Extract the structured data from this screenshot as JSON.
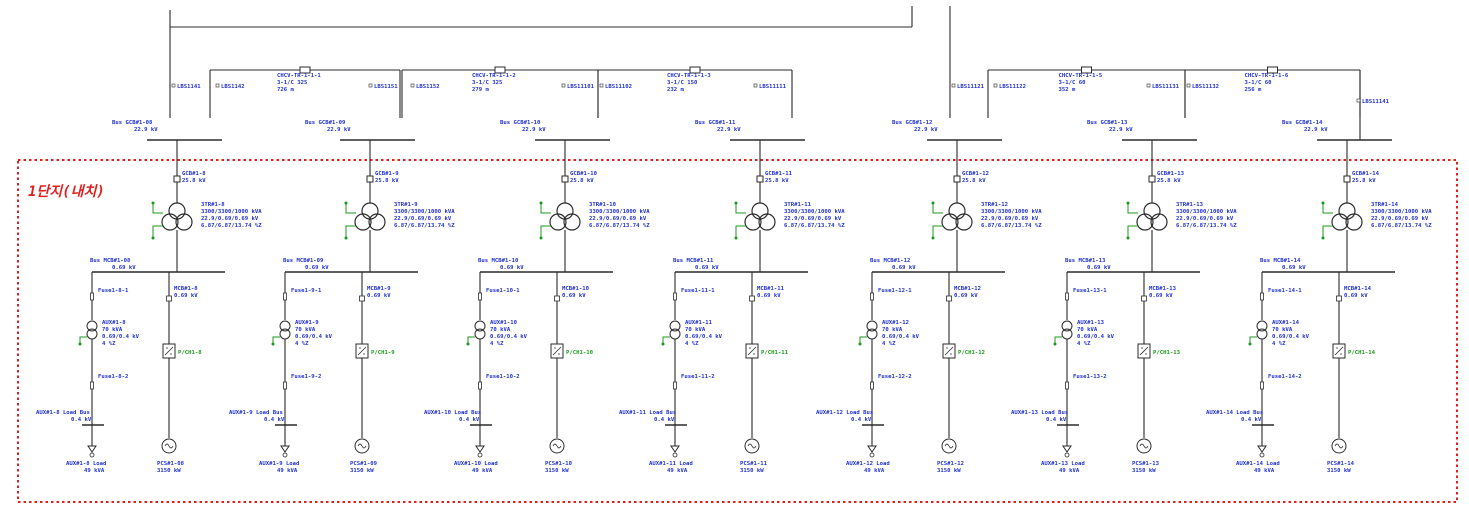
{
  "diagram": {
    "region_title": "1단지(내치)",
    "colors": {
      "label": "#1f2fd0",
      "wire": "#2b2b2b",
      "region_border": "#e0201f",
      "region_title": "#e0201f",
      "ground": "#1a9a1a"
    },
    "cables": [
      {
        "id": "CHCV-TR-1-1-1",
        "spec": "3-1/C 325",
        "length": "726 m"
      },
      {
        "id": "CHCV-TR-1-1-2",
        "spec": "3-1/C 325",
        "length": "279 m"
      },
      {
        "id": "CHCV-TR-1-1-3",
        "spec": "3-1/C 150",
        "length": "232 m"
      },
      {
        "id": "CHCV-TR-1-1-5",
        "spec": "3-1/C 60",
        "length": "352 m"
      },
      {
        "id": "CHCV-TR-1-1-6",
        "spec": "3-1/C 60",
        "length": "256 m"
      }
    ],
    "top_switches": [
      "LBS1141",
      "LBS1142",
      "LBS1151",
      "LBS1152",
      "LBS11101",
      "LBS11102",
      "LBS11111",
      "LBS11121",
      "LBS11122",
      "LBS11131",
      "LBS11132",
      "LBS11141"
    ],
    "units": [
      {
        "n": 8,
        "mv_bus": "Bus GCB#1-08",
        "mv_kv": "22.9 kV",
        "gcb": "GCB#1-8",
        "gcb_kv": "25.8 kV",
        "tr": "3TR#1-8",
        "mva": "3300/3300/1000 kVA",
        "ratio": "22.9/0.69/0.69 kV",
        "imp": "6.87/6.87/13.74 %Z",
        "lv_bus": "Bus MCB#1-08",
        "lv_kv": "0.69 kV",
        "fuse1": "Fuse1-8-1",
        "mcb": "MCB#1-8",
        "mcb_kv": "0.69 kV",
        "aux": "AUX#1-8",
        "aux_kva": "70 kVA",
        "aux_ratio": "0.69/0.4 kV",
        "aux_z": "4 %Z",
        "pcs": "P/CH1-8",
        "fuse2": "Fuse1-8-2",
        "load_bus": "AUX#1-8 Load Bus",
        "load_kv": "0.4 kV",
        "load": "AUX#1-8 Load",
        "load_kva": "49 kVA",
        "gen": "PCS#1-08",
        "gen_kw": "3150 kW"
      },
      {
        "n": 9,
        "mv_bus": "Bus GCB#1-09",
        "mv_kv": "22.9 kV",
        "gcb": "GCB#1-9",
        "gcb_kv": "25.8 kV",
        "tr": "3TR#1-9",
        "mva": "3300/3300/1000 kVA",
        "ratio": "22.9/0.69/0.69 kV",
        "imp": "6.87/6.87/13.74 %Z",
        "lv_bus": "Bus MCB#1-09",
        "lv_kv": "0.69 kV",
        "fuse1": "Fuse1-9-1",
        "mcb": "MCB#1-9",
        "mcb_kv": "0.69 kV",
        "aux": "AUX#1-9",
        "aux_kva": "70 kVA",
        "aux_ratio": "0.69/0.4 kV",
        "aux_z": "4 %Z",
        "pcs": "P/CH1-9",
        "fuse2": "Fuse1-9-2",
        "load_bus": "AUX#1-9 Load Bus",
        "load_kv": "0.4 kV",
        "load": "AUX#1-9 Load",
        "load_kva": "49 kVA",
        "gen": "PCS#1-09",
        "gen_kw": "3150 kW"
      },
      {
        "n": 10,
        "mv_bus": "Bus GCB#1-10",
        "mv_kv": "22.9 kV",
        "gcb": "GCB#1-10",
        "gcb_kv": "25.8 kV",
        "tr": "3TR#1-10",
        "mva": "3300/3300/1000 kVA",
        "ratio": "22.9/0.69/0.69 kV",
        "imp": "6.87/6.87/13.74 %Z",
        "lv_bus": "Bus MCB#1-10",
        "lv_kv": "0.69 kV",
        "fuse1": "Fuse1-10-1",
        "mcb": "MCB#1-10",
        "mcb_kv": "0.69 kV",
        "aux": "AUX#1-10",
        "aux_kva": "70 kVA",
        "aux_ratio": "0.69/0.4 kV",
        "aux_z": "4 %Z",
        "pcs": "P/CH1-10",
        "fuse2": "Fuse1-10-2",
        "load_bus": "AUX#1-10 Load Bus",
        "load_kv": "0.4 kV",
        "load": "AUX#1-10 Load",
        "load_kva": "49 kVA",
        "gen": "PCS#1-10",
        "gen_kw": "3150 kW"
      },
      {
        "n": 11,
        "mv_bus": "Bus GCB#1-11",
        "mv_kv": "22.9 kV",
        "gcb": "GCB#1-11",
        "gcb_kv": "25.8 kV",
        "tr": "3TR#1-11",
        "mva": "3300/3300/1000 kVA",
        "ratio": "22.9/0.69/0.69 kV",
        "imp": "6.87/6.87/13.74 %Z",
        "lv_bus": "Bus MCB#1-11",
        "lv_kv": "0.69 kV",
        "fuse1": "Fuse1-11-1",
        "mcb": "MCB#1-11",
        "mcb_kv": "0.69 kV",
        "aux": "AUX#1-11",
        "aux_kva": "70 kVA",
        "aux_ratio": "0.69/0.4 kV",
        "aux_z": "4 %Z",
        "pcs": "P/CH1-11",
        "fuse2": "Fuse1-11-2",
        "load_bus": "AUX#1-11 Load Bus",
        "load_kv": "0.4 kV",
        "load": "AUX#1-11 Load",
        "load_kva": "49 kVA",
        "gen": "PCS#1-11",
        "gen_kw": "3150 kW"
      },
      {
        "n": 12,
        "mv_bus": "Bus GCB#1-12",
        "mv_kv": "22.9 kV",
        "gcb": "GCB#1-12",
        "gcb_kv": "25.8 kV",
        "tr": "3TR#1-12",
        "mva": "3300/3300/1000 kVA",
        "ratio": "22.9/0.69/0.69 kV",
        "imp": "6.87/6.87/13.74 %Z",
        "lv_bus": "Bus MCB#1-12",
        "lv_kv": "0.69 kV",
        "fuse1": "Fuse1-12-1",
        "mcb": "MCB#1-12",
        "mcb_kv": "0.69 kV",
        "aux": "AUX#1-12",
        "aux_kva": "70 kVA",
        "aux_ratio": "0.69/0.4 kV",
        "aux_z": "4 %Z",
        "pcs": "P/CH1-12",
        "fuse2": "Fuse1-12-2",
        "load_bus": "AUX#1-12 Load Bus",
        "load_kv": "0.4 kV",
        "load": "AUX#1-12 Load",
        "load_kva": "49 kVA",
        "gen": "PCS#1-12",
        "gen_kw": "3150 kW"
      },
      {
        "n": 13,
        "mv_bus": "Bus GCB#1-13",
        "mv_kv": "22.9 kV",
        "gcb": "GCB#1-13",
        "gcb_kv": "25.8 kV",
        "tr": "3TR#1-13",
        "mva": "3300/3300/1000 kVA",
        "ratio": "22.9/0.69/0.69 kV",
        "imp": "6.87/6.87/13.74 %Z",
        "lv_bus": "Bus MCB#1-13",
        "lv_kv": "0.69 kV",
        "fuse1": "Fuse1-13-1",
        "mcb": "MCB#1-13",
        "mcb_kv": "0.69 kV",
        "aux": "AUX#1-13",
        "aux_kva": "70 kVA",
        "aux_ratio": "0.69/0.4 kV",
        "aux_z": "4 %Z",
        "pcs": "P/CH1-13",
        "fuse2": "Fuse1-13-2",
        "load_bus": "AUX#1-13 Load Bus",
        "load_kv": "0.4 kV",
        "load": "AUX#1-13 Load",
        "load_kva": "49 kVA",
        "gen": "PCS#1-13",
        "gen_kw": "3150 kW"
      },
      {
        "n": 14,
        "mv_bus": "Bus GCB#1-14",
        "mv_kv": "22.9 kV",
        "gcb": "GCB#1-14",
        "gcb_kv": "25.8 kV",
        "tr": "3TR#1-14",
        "mva": "3300/3300/1000 kVA",
        "ratio": "22.9/0.69/0.69 kV",
        "imp": "6.87/6.87/13.74 %Z",
        "lv_bus": "Bus MCB#1-14",
        "lv_kv": "0.69 kV",
        "fuse1": "Fuse1-14-1",
        "mcb": "MCB#1-14",
        "mcb_kv": "0.69 kV",
        "aux": "AUX#1-14",
        "aux_kva": "70 kVA",
        "aux_ratio": "0.69/0.4 kV",
        "aux_z": "4 %Z",
        "pcs": "P/CH1-14",
        "fuse2": "Fuse1-14-2",
        "load_bus": "AUX#1-14 Load Bus",
        "load_kv": "0.4 kV",
        "load": "AUX#1-14 Load",
        "load_kva": "49 kVA",
        "gen": "PCS#1-14",
        "gen_kw": "3150 kW"
      }
    ]
  }
}
